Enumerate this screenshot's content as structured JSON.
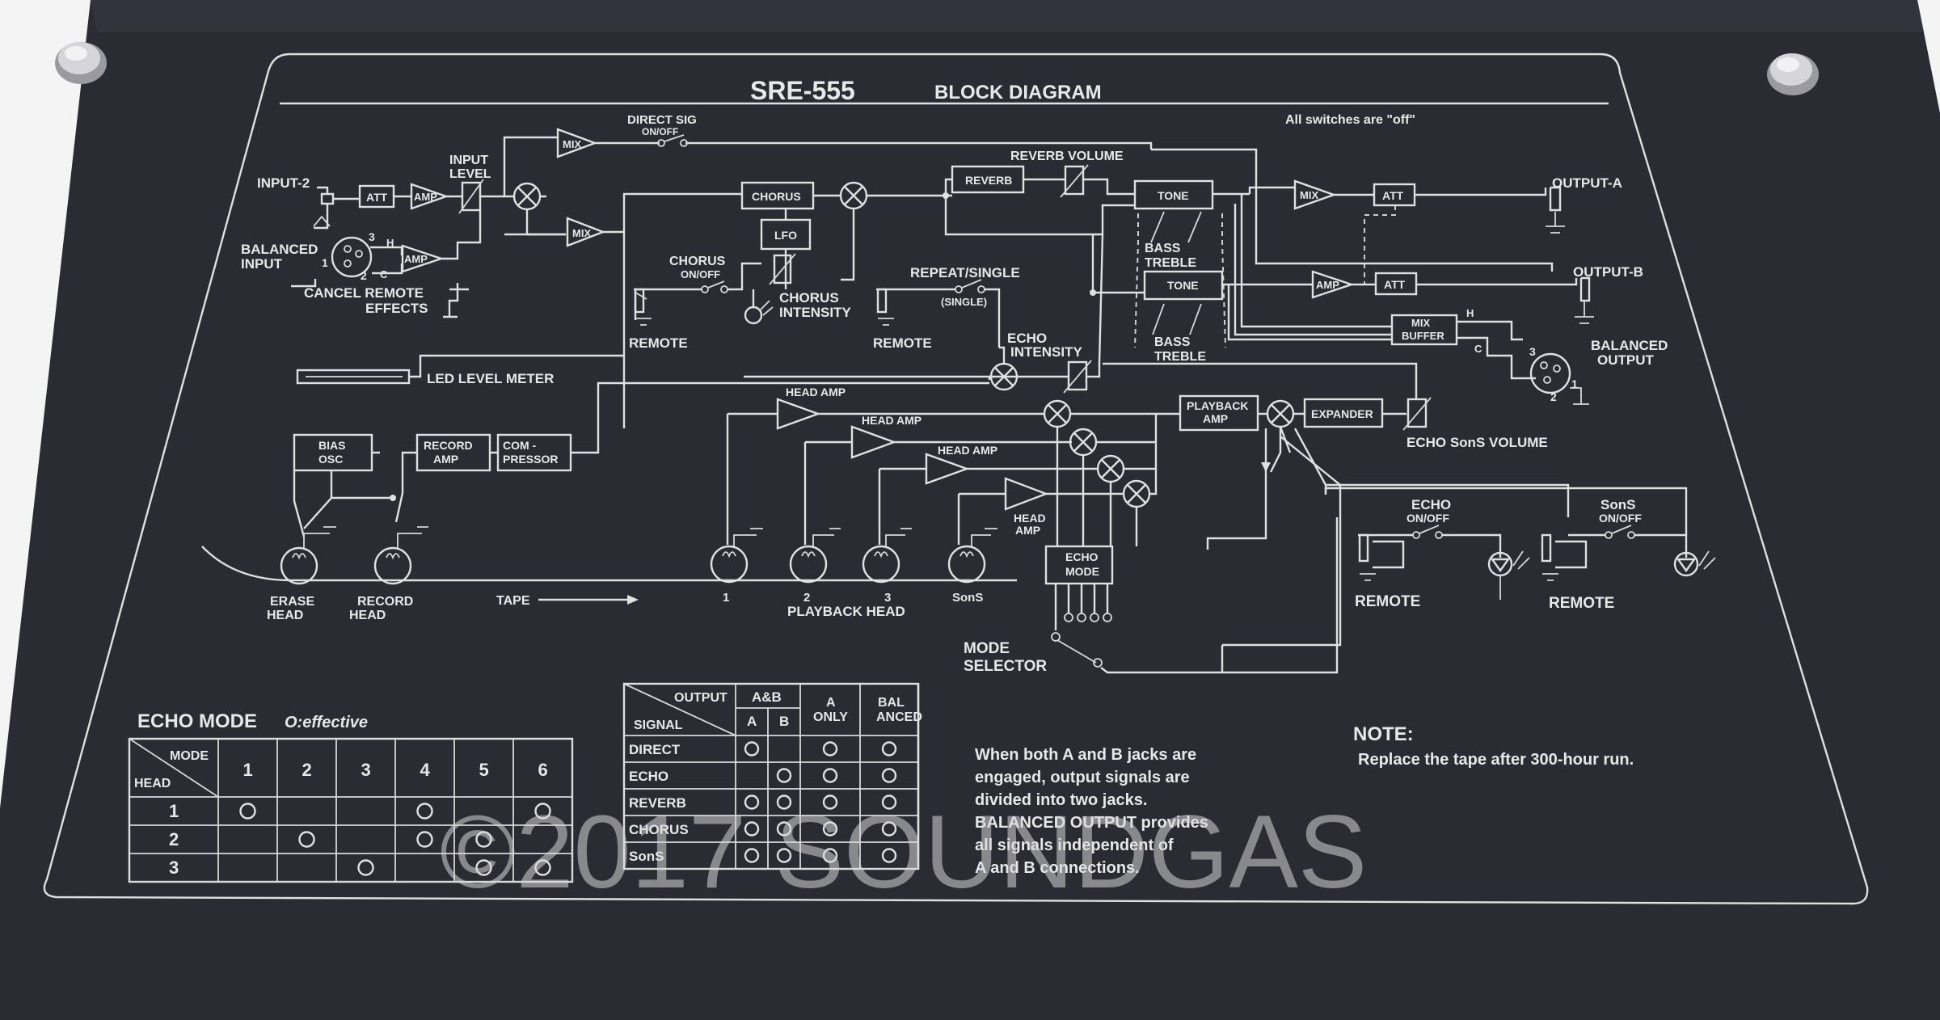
{
  "model": "SRE-555",
  "title": "BLOCK DIAGRAM",
  "switches_note": "All switches are \"off\"",
  "labels": {
    "input2": "INPUT-2",
    "balanced_input": [
      "BALANCED",
      "INPUT"
    ],
    "att": "ATT",
    "amp": "AMP",
    "input_level": [
      "INPUT",
      "LEVEL"
    ],
    "mix": "MIX",
    "direct_sig": [
      "DIRECT SIG",
      "ON/OFF"
    ],
    "cancel_remote": "CANCEL REMOTE",
    "effects": "EFFECTS",
    "chorus": "CHORUS",
    "lfo": "LFO",
    "chorus_switch": [
      "CHORUS",
      "ON/OFF"
    ],
    "chorus_intensity": [
      "CHORUS",
      "INTENSITY"
    ],
    "remote": "REMOTE",
    "repeat_single": "REPEAT/SINGLE",
    "single": "(SINGLE)",
    "reverb_volume": "REVERB VOLUME",
    "reverb": "REVERB",
    "tone": "TONE",
    "bass": "BASS",
    "treble": "TREBLE",
    "echo_intensity": [
      "ECHO",
      "INTENSITY"
    ],
    "output_a": "OUTPUT-A",
    "output_b": "OUTPUT-B",
    "mix_buffer": [
      "MIX",
      "BUFFER"
    ],
    "balanced_output": [
      "BALANCED",
      "OUTPUT"
    ],
    "h": "H",
    "c": "C",
    "pin1": "1",
    "pin2": "2",
    "pin3": "3",
    "led_level_meter": "LED LEVEL METER",
    "bias_osc": [
      "BIAS",
      "OSC"
    ],
    "record_amp": [
      "RECORD",
      "AMP"
    ],
    "compressor": [
      "COM -",
      "PRESSOR"
    ],
    "head_amp": "HEAD AMP",
    "head_amp_split": [
      "HEAD",
      "AMP"
    ],
    "playback_amp": [
      "PLAYBACK",
      "AMP"
    ],
    "expander": "EXPANDER",
    "echo_sos_volume": "ECHO SonS VOLUME",
    "echo_mode": [
      "ECHO",
      "MODE"
    ],
    "echo_onoff": [
      "ECHO",
      "ON/OFF"
    ],
    "sos_onoff": [
      "SonS",
      "ON/OFF"
    ],
    "erase_head": [
      "ERASE",
      "HEAD"
    ],
    "record_head": [
      "RECORD",
      "HEAD"
    ],
    "tape": "TAPE",
    "head_numbers": [
      "1",
      "2",
      "3",
      "SonS"
    ],
    "playback_head": "PLAYBACK HEAD",
    "mode_selector": [
      "MODE",
      "SELECTOR"
    ]
  },
  "echo_mode_table": {
    "title": "ECHO MODE",
    "legend": "O:effective",
    "corner_top": "MODE",
    "corner_bottom": "HEAD",
    "modes": [
      "1",
      "2",
      "3",
      "4",
      "5",
      "6"
    ],
    "heads": [
      "1",
      "2",
      "3"
    ],
    "effective": [
      [
        true,
        false,
        false,
        true,
        false,
        true
      ],
      [
        false,
        true,
        false,
        true,
        true,
        false
      ],
      [
        false,
        false,
        true,
        false,
        true,
        true
      ]
    ]
  },
  "output_table": {
    "corner_top": "OUTPUT",
    "corner_bottom": "SIGNAL",
    "group_ab": "A&B",
    "col_a": "A",
    "col_b": "B",
    "col_a_only": [
      "A",
      "ONLY"
    ],
    "col_balanced": [
      "BAL",
      "ANCED"
    ],
    "rows": [
      "DIRECT",
      "ECHO",
      "REVERB",
      "CHORUS",
      "SonS"
    ],
    "marks": [
      [
        true,
        false,
        true,
        true
      ],
      [
        false,
        true,
        true,
        true
      ],
      [
        true,
        true,
        true,
        true
      ],
      [
        true,
        true,
        true,
        true
      ],
      [
        true,
        true,
        true,
        true
      ]
    ]
  },
  "description": [
    "When both A and B jacks are",
    "engaged, output signals are",
    "divided into two jacks.",
    "BALANCED OUTPUT provides",
    "all signals independent of",
    "A and B connections."
  ],
  "note_heading": "NOTE:",
  "note_text": "Replace the tape after 300-hour run.",
  "watermark": "©2017 SOUNDGAS",
  "colors": {
    "panel": "#2b2b34",
    "silkscreen": "#e8e8e8",
    "background": "#f4f4f4"
  }
}
